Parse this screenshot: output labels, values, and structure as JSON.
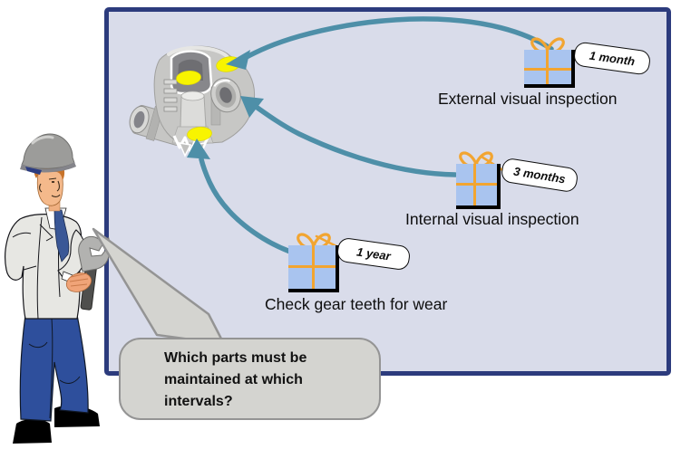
{
  "diagram_title": "maintenance-intervals-overview",
  "machine": {
    "name": "gearbox-cutaway-illustration",
    "highlight_points": 3
  },
  "maintenance_items": [
    {
      "label": "External visual inspection",
      "interval": "1 month"
    },
    {
      "label": "Internal visual inspection",
      "interval": "3 months"
    },
    {
      "label": "Check gear teeth for wear",
      "interval": "1 year"
    }
  ],
  "speech_bubble": {
    "text": "Which parts must be maintained at which intervals?",
    "lines": [
      "Which parts must be",
      "maintained at which",
      "intervals?"
    ]
  },
  "worker": {
    "description": "maintenance worker with hard hat holding wrench"
  },
  "colors": {
    "background": "#ffffff",
    "panel_fill": "#d9dcea",
    "panel_border": "#2c3b7d",
    "arrow": "#4e8fa8",
    "highlight": "#f8f400",
    "gift_box": "#a9c4ef",
    "ribbon": "#f2a531",
    "bubble_fill": "#d4d4d0",
    "bubble_border": "#949494"
  }
}
